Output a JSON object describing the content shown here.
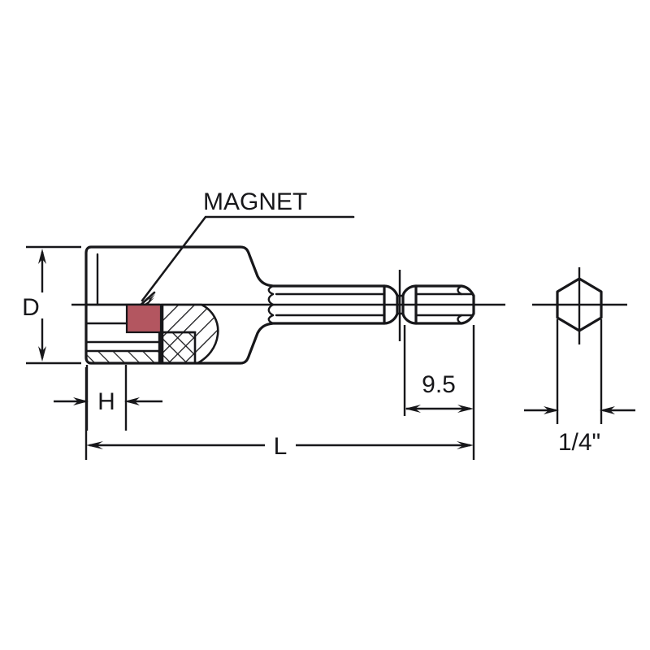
{
  "drawing": {
    "title": "Magnetic nut setter socket technical drawing",
    "background_color": "#ffffff",
    "line_color": "#17171a",
    "magnet_color": "#b35660"
  },
  "annotations": {
    "magnet_label": "MAGNET"
  },
  "dimensions": {
    "diameter": {
      "label": "D",
      "orientation": "vertical",
      "name": "socket-outer-diameter"
    },
    "hex_depth": {
      "label": "H",
      "orientation": "horizontal",
      "name": "hex-socket-depth"
    },
    "overall_length": {
      "label": "L",
      "orientation": "horizontal",
      "name": "overall-length"
    },
    "shank_end": {
      "label": "9.5",
      "orientation": "horizontal",
      "name": "shank-end-length"
    },
    "shank_size": {
      "label": "1/4\"",
      "orientation": "horizontal",
      "name": "hex-shank-across-flats"
    }
  },
  "views": {
    "side_view_name": "side-section-view",
    "end_view_name": "hex-shank-end-view"
  }
}
